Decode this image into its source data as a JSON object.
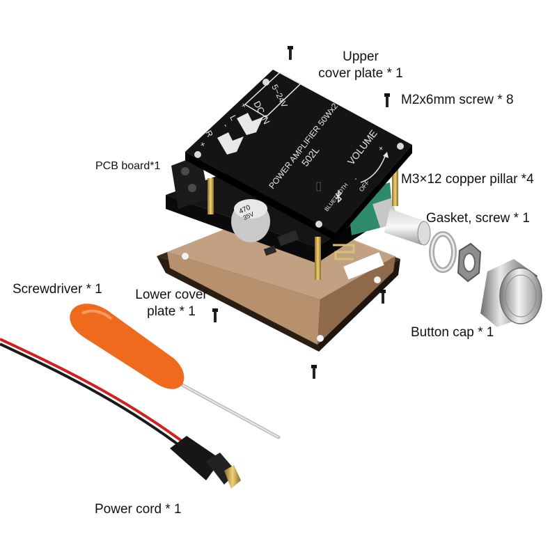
{
  "labels": {
    "upper_cover_line1": "Upper",
    "upper_cover_line2": "cover plate * 1",
    "screw_m2": "M2x6mm screw * 8",
    "pcb_board": "PCB board*1",
    "copper_pillar": "M3×12 copper pillar *4",
    "gasket_screw": "Gasket, screw * 1",
    "screwdriver": "Screwdriver * 1",
    "lower_cover_line1": "Lower cover",
    "lower_cover_line2": "plate * 1",
    "button_cap": "Button cap * 1",
    "power_cord": "Power cord * 1"
  },
  "board_print": {
    "dc_in": "DC IN",
    "voltage": "5~24V",
    "model": "502L",
    "title": "POWER AMPLIFIER 50Wx2",
    "volume": "VOLUME",
    "off": "OFF",
    "bluetooth": "BLUETOOTH",
    "minus": "-",
    "plus": "+",
    "ch_left": "L",
    "ch_right": "R",
    "cap_value": "470",
    "cap_voltage": "35V"
  },
  "colors": {
    "cover_black": "#141414",
    "acrylic_brown": "#c8a888",
    "screwdriver_orange": "#f06a1e",
    "cord_red": "#d21f1f",
    "brass": "#c9a24a",
    "pot_green": "#2e8b6a",
    "knob_silver": "#b8b8b8"
  }
}
